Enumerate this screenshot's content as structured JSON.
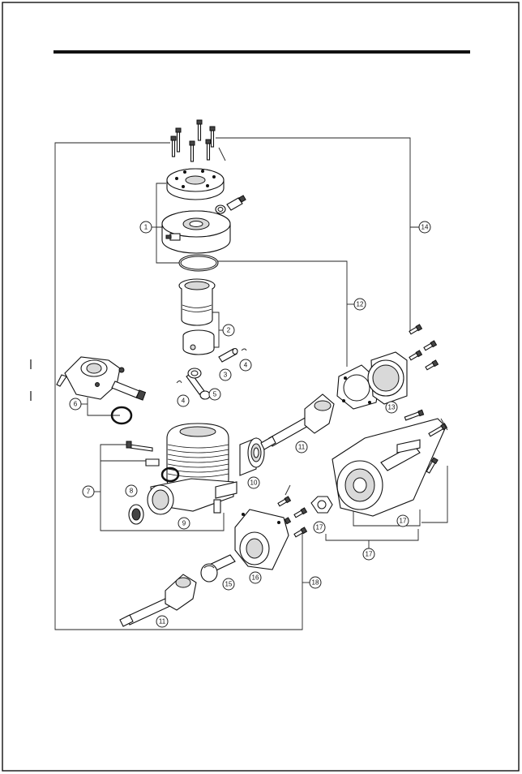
{
  "callouts": {
    "c1": "1",
    "c2": "2",
    "c3": "3",
    "c4a": "4",
    "c4b": "4",
    "c5": "5",
    "c6": "6",
    "c7": "7",
    "c8": "8",
    "c9": "9",
    "c10": "10",
    "c11a": "11",
    "c11b": "11",
    "c12": "12",
    "c13": "13",
    "c14": "14",
    "c15": "15",
    "c16": "16",
    "c17a": "17",
    "c17b": "17",
    "c17c": "17",
    "c18": "18"
  },
  "colors": {
    "ink": "#111111",
    "paper": "#ffffff",
    "shade": "#d9d9d9"
  }
}
